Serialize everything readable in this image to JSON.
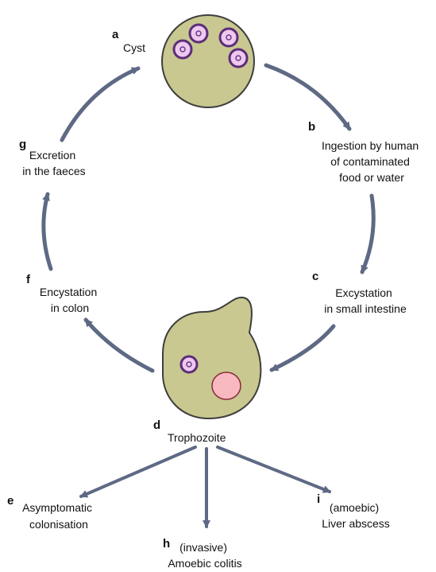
{
  "colors": {
    "arrow": "#5e6a84",
    "cell_fill": "#c8c890",
    "cell_stroke": "#3e3e3e",
    "nucleus_ring": "#5c2d78",
    "nucleus_fill": "#eec8ee",
    "nucleus_dot": "#6a3a86",
    "vacuole_fill": "#f8b8c0",
    "vacuole_stroke": "#8a2a3a"
  },
  "stages": {
    "a": {
      "letter": "a",
      "lines": [
        "Cyst"
      ]
    },
    "b": {
      "letter": "b",
      "lines": [
        "Ingestion by human",
        "of contaminated",
        "food or water"
      ]
    },
    "c": {
      "letter": "c",
      "lines": [
        "Excystation",
        "in small intestine"
      ]
    },
    "d": {
      "letter": "d",
      "lines": [
        "Trophozoite"
      ]
    },
    "e": {
      "letter": "e",
      "lines": [
        "Asymptomatic",
        "colonisation"
      ]
    },
    "f": {
      "letter": "f",
      "lines": [
        "Encystation",
        "in colon"
      ]
    },
    "g": {
      "letter": "g",
      "lines": [
        "Excretion",
        "in the faeces"
      ]
    },
    "h": {
      "letter": "h",
      "lines": [
        "(invasive)",
        "Amoebic colitis"
      ]
    },
    "i": {
      "letter": "i",
      "lines": [
        "(amoebic)",
        "Liver abscess"
      ]
    }
  }
}
